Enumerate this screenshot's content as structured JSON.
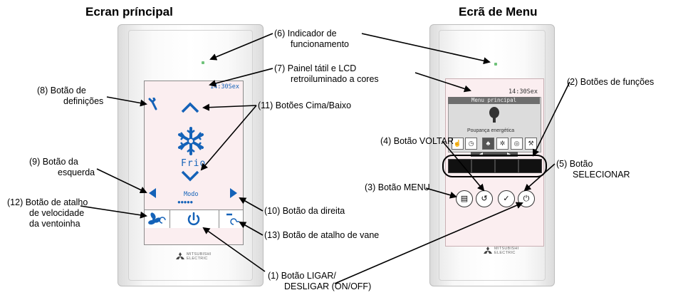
{
  "headings": {
    "main_screen": "Ecran príncipal",
    "menu_screen": "Ecrã de Menu"
  },
  "main_screen": {
    "clock": "14:30Sex",
    "mode_value": "Frio",
    "mode_label": "Modo",
    "brand": [
      "MITSUBISHI",
      "ELECTRIC"
    ]
  },
  "menu_screen": {
    "clock": "14:30Sex",
    "title": "Menu principal",
    "item_label": "Poupança energética",
    "brand": [
      "MITSUBISHI",
      "ELECTRIC"
    ]
  },
  "labels": {
    "l6": [
      "(6) Indicador de",
      "funcionamento"
    ],
    "l7": [
      "(7) Painel tátil e LCD",
      "retroiluminado a cores"
    ],
    "l8": [
      "(8) Botão de",
      "definições"
    ],
    "l11": "(11) Botões Cima/Baixo",
    "l9": [
      "(9) Botão da",
      "esquerda"
    ],
    "l12": [
      "(12) Botão de atalho",
      "de velocidade",
      "da ventoinha"
    ],
    "l10": "(10) Botão da direita",
    "l13": "(13) Botão de atalho de vane",
    "l1": [
      "(1) Botão LIGAR/",
      "DESLIGAR (ON/OFF)"
    ],
    "l2": "(2) Botões de funções",
    "l4": "(4) Botão VOLTAR",
    "l5": [
      "(5) Botão",
      "SELECIONAR"
    ],
    "l3": "(3) Botão MENU"
  },
  "colors": {
    "screen_bg": "#fbeef0",
    "icon_blue": "#1462b8",
    "led_green": "#6fc27a"
  }
}
